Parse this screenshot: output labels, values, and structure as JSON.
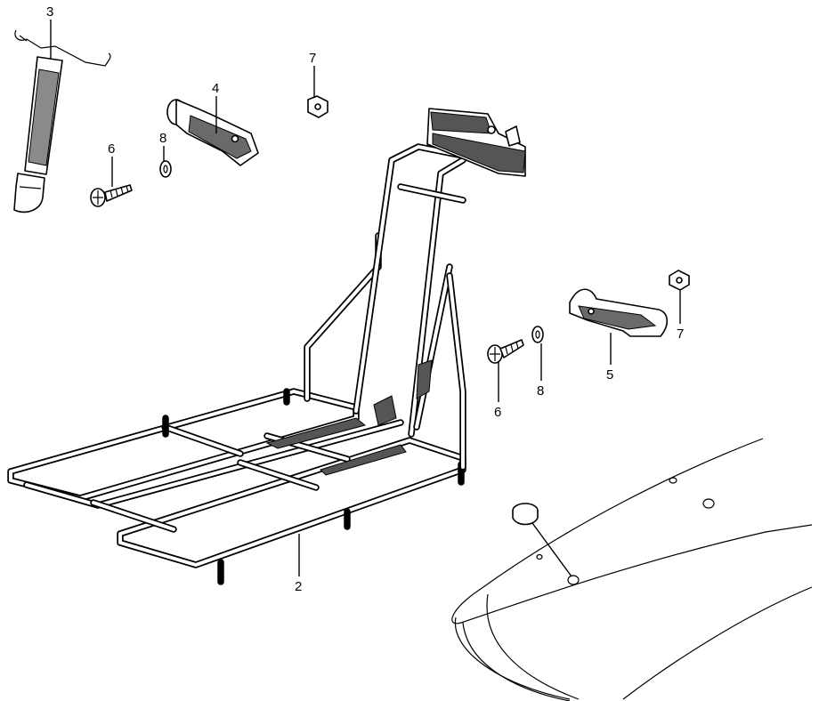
{
  "callouts": [
    {
      "id": "c3",
      "label": "3"
    },
    {
      "id": "c4",
      "label": "4"
    },
    {
      "id": "c7a",
      "label": "7"
    },
    {
      "id": "c6a",
      "label": "6"
    },
    {
      "id": "c8a",
      "label": "8"
    },
    {
      "id": "c7b",
      "label": "7"
    },
    {
      "id": "c5",
      "label": "5"
    },
    {
      "id": "c6b",
      "label": "6"
    },
    {
      "id": "c8b",
      "label": "8"
    },
    {
      "id": "c2",
      "label": "2"
    }
  ],
  "icons": {
    "carrier": "rear-carrier-rack-icon",
    "strap": "elastic-strap-icon",
    "bracket_left": "carrier-bracket-left-icon",
    "bracket_right": "carrier-bracket-right-icon",
    "nut": "nut-icon",
    "washer": "washer-icon",
    "bolt": "bolt-icon",
    "fender": "rear-fender-icon",
    "cap": "fender-cap-icon"
  }
}
